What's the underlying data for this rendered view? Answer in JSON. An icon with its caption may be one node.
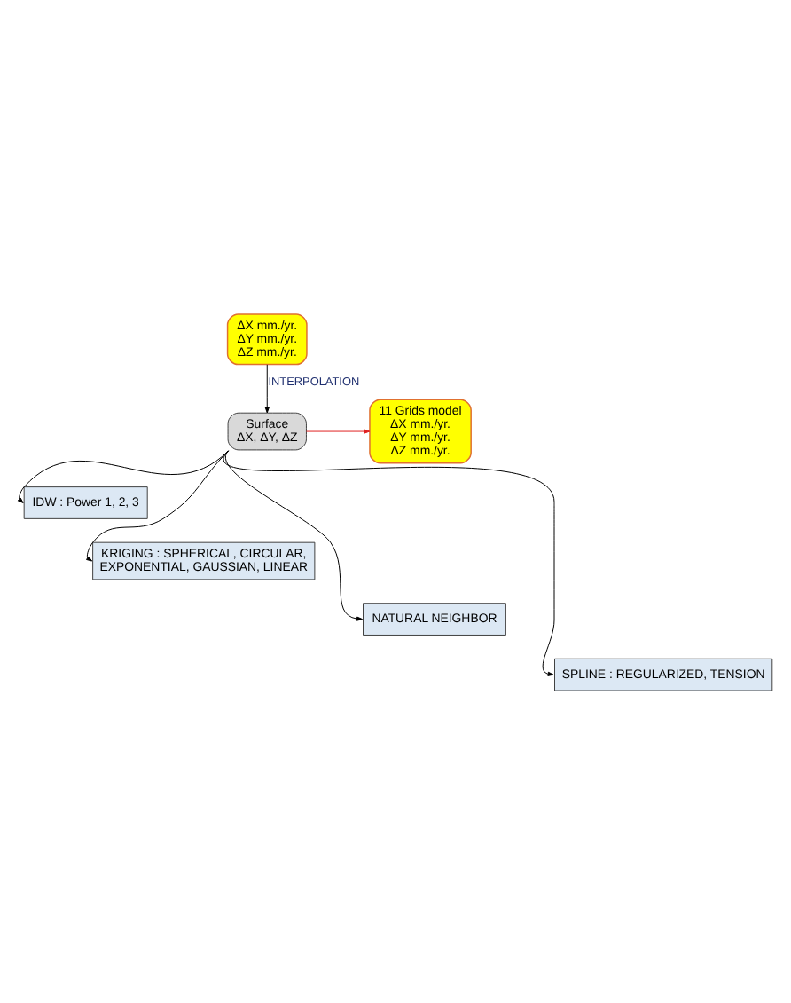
{
  "diagram": {
    "nodes": [
      {
        "text": [
          "ΔX mm./yr.",
          "ΔY mm./yr.",
          "ΔZ mm./yr."
        ]
      },
      {
        "text": [
          "Surface",
          "ΔX, ΔY, ΔZ"
        ]
      },
      {
        "text": [
          "11 Grids model",
          "ΔX mm./yr.",
          "ΔY mm./yr.",
          "ΔZ mm./yr."
        ]
      },
      {
        "text": [
          "IDW : Power 1, 2, 3"
        ]
      },
      {
        "text": [
          "KRIGING : SPHERICAL, CIRCULAR, EXPONENTIAL, GAUSSIAN, LINEAR"
        ]
      },
      {
        "text": [
          "NATURAL NEIGHBOR"
        ]
      },
      {
        "text": [
          "SPLINE : REGULARIZED, TENSION"
        ]
      }
    ],
    "edges": [
      {
        "from": 0,
        "to": 1,
        "arrow": "to",
        "label": "INTERPOLATION"
      },
      {
        "from": 1,
        "to": 2,
        "arrow": "to",
        "color": "#e02020"
      },
      {
        "from": 1,
        "to": 3,
        "arrow": "to"
      },
      {
        "from": 1,
        "to": 4,
        "arrow": "to"
      },
      {
        "from": 1,
        "to": 5,
        "arrow": "to"
      },
      {
        "from": 1,
        "to": 6,
        "arrow": "to"
      }
    ]
  }
}
